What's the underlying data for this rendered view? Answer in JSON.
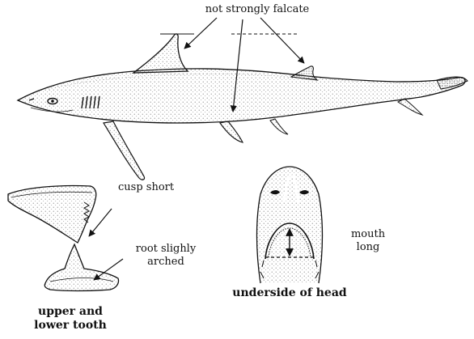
{
  "labels": {
    "fin_shape": "not strongly falcate",
    "cusp": "cusp short",
    "root_line1": "root slighly",
    "root_line2": "arched",
    "mouth_line1": "mouth",
    "mouth_line2": "long",
    "underside": "underside of head",
    "tooth_line1": "upper and",
    "tooth_line2": "lower tooth"
  },
  "colors": {
    "ink": "#111111",
    "stipple": "#555555",
    "background": "#ffffff"
  }
}
